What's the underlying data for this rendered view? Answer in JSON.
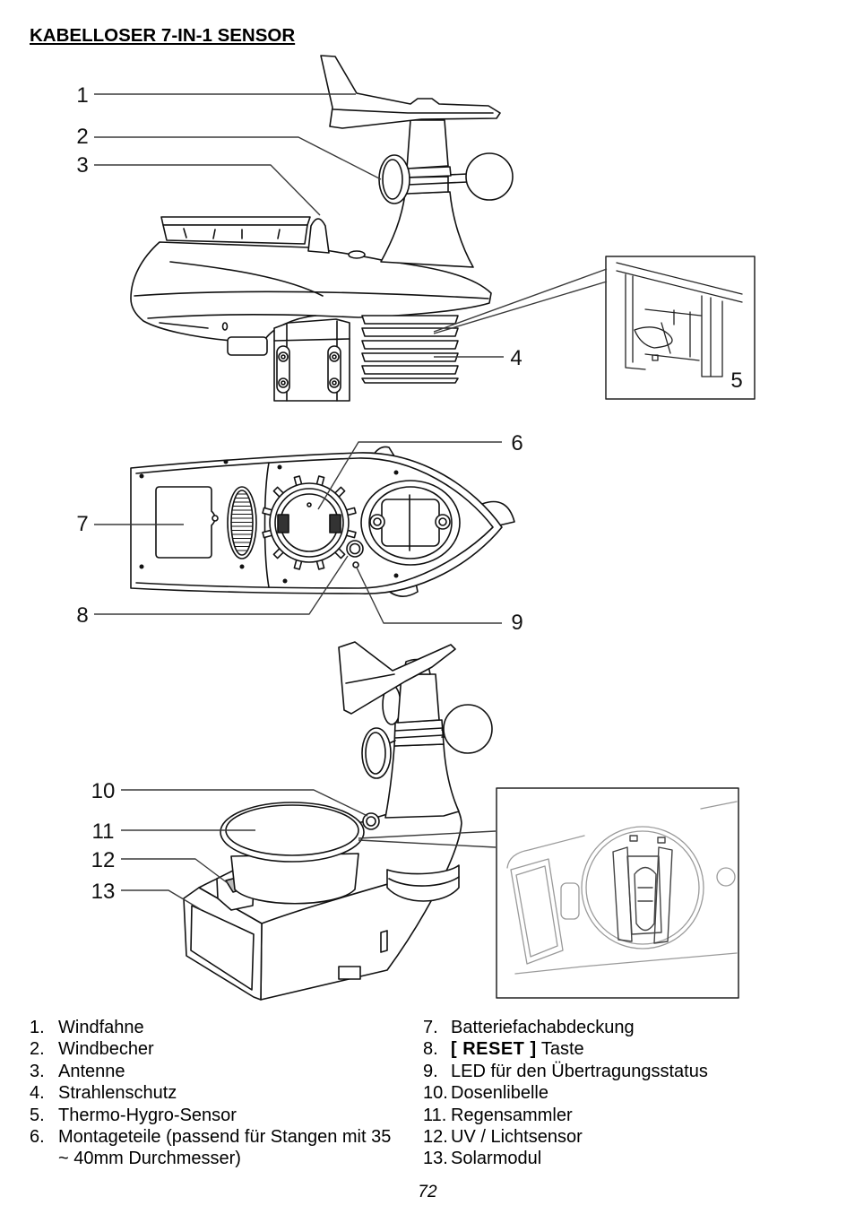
{
  "title": "KABELLOSER 7-IN-1 SENSOR",
  "callouts": [
    "1",
    "2",
    "3",
    "4",
    "5",
    "6",
    "7",
    "8",
    "9",
    "10",
    "11",
    "12",
    "13"
  ],
  "list_left": [
    {
      "num": "1.",
      "text": "Windfahne"
    },
    {
      "num": "2.",
      "text": "Windbecher"
    },
    {
      "num": "3.",
      "text": "Antenne"
    },
    {
      "num": "4.",
      "text": "Strahlenschutz"
    },
    {
      "num": "5.",
      "text": "Thermo-Hygro-Sensor"
    },
    {
      "num": "6.",
      "text": "Montageteile (passend für Stangen mit 35 ~ 40mm Durchmesser)"
    }
  ],
  "list_right": [
    {
      "num": "7.",
      "text": "Batteriefachabdeckung"
    },
    {
      "num": "8.",
      "bold": "[ RESET ]",
      "text": "Taste"
    },
    {
      "num": "9.",
      "text": "LED für den Übertragungsstatus"
    },
    {
      "num": "10.",
      "text": "Dosenlibelle"
    },
    {
      "num": "11.",
      "text": "Regensammler"
    },
    {
      "num": "12.",
      "text": "UV / Lichtsensor"
    },
    {
      "num": "13.",
      "text": "Solarmodul"
    }
  ],
  "page_number": "72"
}
